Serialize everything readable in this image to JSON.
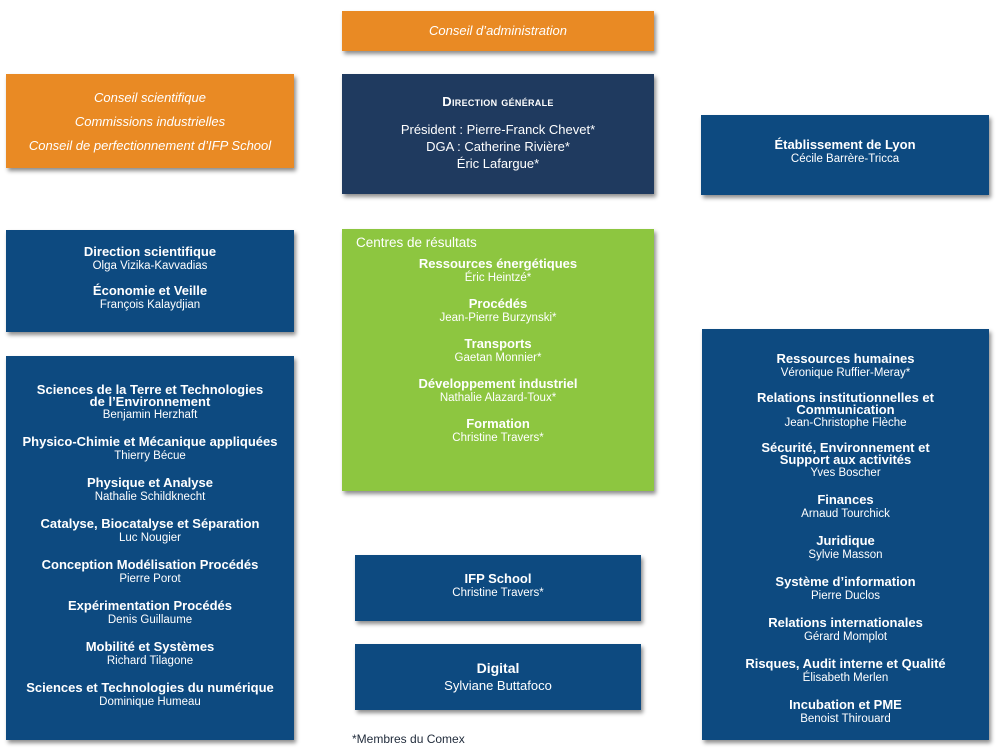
{
  "conseil_admin": "Conseil d’administration",
  "conseils": [
    "Conseil scientifique",
    "Commissions industrielles",
    "Conseil de perfectionnement d’IFP School"
  ],
  "direction_generale": {
    "title": "Direction générale",
    "lines": [
      "Président : Pierre-Franck Chevet*",
      "DGA : Catherine Rivière*",
      "Éric Lafargue*"
    ]
  },
  "lyon": {
    "title": "Établissement de Lyon",
    "name": "Cécile Barrère-Tricca"
  },
  "direction_scientifique": [
    {
      "title": "Direction scientifique",
      "name": "Olga Vizika-Kavvadias"
    },
    {
      "title": "Économie et Veille",
      "name": "François Kalaydjian"
    }
  ],
  "sciences": [
    {
      "title": "Sciences de la Terre et Technologies de l’Environnement",
      "name": "Benjamin Herzhaft"
    },
    {
      "title": "Physico-Chimie et Mécanique appliquées",
      "name": "Thierry Bécue"
    },
    {
      "title": "Physique et Analyse",
      "name": "Nathalie Schildknecht"
    },
    {
      "title": "Catalyse, Biocatalyse et Séparation",
      "name": "Luc Nougier"
    },
    {
      "title": "Conception Modélisation Procédés",
      "name": "Pierre Porot"
    },
    {
      "title": "Expérimentation Procédés",
      "name": "Denis Guillaume"
    },
    {
      "title": "Mobilité et Systèmes",
      "name": "Richard Tilagone"
    },
    {
      "title": "Sciences et Technologies du numérique",
      "name": "Dominique Humeau"
    }
  ],
  "centres": {
    "heading": "Centres de résultats",
    "items": [
      {
        "title": "Ressources énergétiques",
        "name": "Éric Heintzé*"
      },
      {
        "title": "Procédés",
        "name": "Jean-Pierre Burzynski*"
      },
      {
        "title": "Transports",
        "name": "Gaetan Monnier*"
      },
      {
        "title": "Développement industriel",
        "name": "Nathalie Alazard-Toux*"
      },
      {
        "title": "Formation",
        "name": "Christine Travers*"
      }
    ]
  },
  "ifp_school": {
    "title": "IFP School",
    "name": "Christine Travers*"
  },
  "digital": {
    "title": "Digital",
    "name": "Sylviane Buttafoco"
  },
  "support": [
    {
      "title": "Ressources humaines",
      "name": "Véronique Ruffier-Meray*"
    },
    {
      "title": "Relations institutionnelles et Communication",
      "name": "Jean-Christophe Flèche"
    },
    {
      "title": "Sécurité, Environnement et Support aux activités",
      "name": "Yves Boscher"
    },
    {
      "title": "Finances",
      "name": "Arnaud Tourchick"
    },
    {
      "title": "Juridique",
      "name": "Sylvie Masson"
    },
    {
      "title": "Système d’information",
      "name": "Pierre Duclos"
    },
    {
      "title": "Relations internationales",
      "name": "Gérard Momplot"
    },
    {
      "title": "Risques, Audit interne et Qualité",
      "name": "Élisabeth Merlen"
    },
    {
      "title": "Incubation et PME",
      "name": "Benoist Thirouard"
    }
  ],
  "footnote": "*Membres du Comex",
  "colors": {
    "orange": "#e98a24",
    "navy": "#1f3a5f",
    "blue": "#0d4a80",
    "green": "#8dc640"
  }
}
